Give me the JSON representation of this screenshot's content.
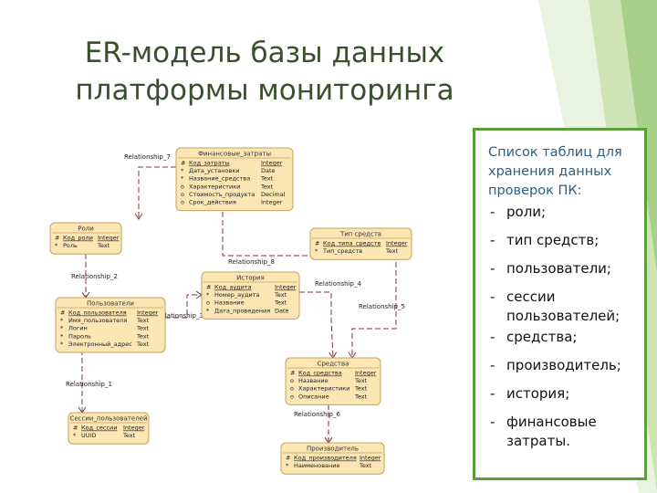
{
  "title": {
    "line1": "ER-модель базы данных",
    "line2": "платформы мониторинга"
  },
  "colors": {
    "accent_green": "#5aa03a",
    "title": "#38512c",
    "panel_text": "#2e5e80",
    "entity_fill": "#fbe6b4"
  },
  "panel": {
    "heading_lines": [
      "Список таблиц для",
      "хранения данных",
      "проверок ПК:"
    ],
    "items": [
      [
        "роли;"
      ],
      [
        "тип средств;"
      ],
      [
        "пользователи;"
      ],
      [
        "сессии",
        "пользователей;"
      ],
      [
        "средства;"
      ],
      [
        "производитель;"
      ],
      [
        "история;"
      ],
      [
        "финансовые",
        "затраты."
      ]
    ]
  },
  "diagram": {
    "entities": [
      {
        "id": "fin",
        "title": "Финансовые_затраты",
        "fields": [
          {
            "mark": "#",
            "name": "Код_затраты",
            "type": "Integer",
            "key": true
          },
          {
            "mark": "*",
            "name": "Дата_установки",
            "type": "Date"
          },
          {
            "mark": "*",
            "name": "Название_средства",
            "type": "Text"
          },
          {
            "mark": "o",
            "name": "Характеристики",
            "type": "Text"
          },
          {
            "mark": "o",
            "name": "Стоимость_продукта",
            "type": "Decimal"
          },
          {
            "mark": "o",
            "name": "Срок_действия",
            "type": "Integer"
          }
        ]
      },
      {
        "id": "roles",
        "title": "Роли",
        "fields": [
          {
            "mark": "#",
            "name": "Код_роли",
            "type": "Integer",
            "key": true
          },
          {
            "mark": "*",
            "name": "Роль",
            "type": "Text"
          }
        ]
      },
      {
        "id": "type",
        "title": "Тип средств",
        "fields": [
          {
            "mark": "#",
            "name": "Код_типа_средств",
            "type": "Integer",
            "key": true
          },
          {
            "mark": "*",
            "name": "Тип_средств",
            "type": "Text"
          }
        ]
      },
      {
        "id": "hist",
        "title": "История",
        "fields": [
          {
            "mark": "#",
            "name": "Код_аудита",
            "type": "Integer",
            "key": true
          },
          {
            "mark": "*",
            "name": "Номер_аудита",
            "type": "Text"
          },
          {
            "mark": "o",
            "name": "Название",
            "type": "Text"
          },
          {
            "mark": "*",
            "name": "Дата_проведения",
            "type": "Date"
          }
        ]
      },
      {
        "id": "users",
        "title": "Пользователи",
        "fields": [
          {
            "mark": "#",
            "name": "Код_пользователя",
            "type": "Integer",
            "key": true
          },
          {
            "mark": "*",
            "name": "Имя_пользователя",
            "type": "Text"
          },
          {
            "mark": "*",
            "name": "Логин",
            "type": "Text"
          },
          {
            "mark": "*",
            "name": "Пароль",
            "type": "Text"
          },
          {
            "mark": "*",
            "name": "Электронный_адрес",
            "type": "Text"
          }
        ]
      },
      {
        "id": "assets",
        "title": "Средства",
        "fields": [
          {
            "mark": "#",
            "name": "Код_средства",
            "type": "Integer",
            "key": true
          },
          {
            "mark": "o",
            "name": "Название",
            "type": "Text"
          },
          {
            "mark": "o",
            "name": "Характеристики",
            "type": "Text"
          },
          {
            "mark": "o",
            "name": "Описание",
            "type": "Text"
          }
        ]
      },
      {
        "id": "sess",
        "title": "Сессии_пользователей",
        "fields": [
          {
            "mark": "#",
            "name": "Код_сессии",
            "type": "Integer",
            "key": true
          },
          {
            "mark": "*",
            "name": "UUID",
            "type": "Text"
          }
        ]
      },
      {
        "id": "maker",
        "title": "Производитель",
        "fields": [
          {
            "mark": "#",
            "name": "Код_производителя",
            "type": "Integer",
            "key": true
          },
          {
            "mark": "*",
            "name": "Наименование",
            "type": "Text"
          }
        ]
      }
    ],
    "relationships": [
      {
        "id": "r7",
        "label": "Relationship_7"
      },
      {
        "id": "r2",
        "label": "Relationship_2"
      },
      {
        "id": "r8",
        "label": "Relationship_8"
      },
      {
        "id": "r4",
        "label": "Relationship_4"
      },
      {
        "id": "r5",
        "label": "Relationship_5"
      },
      {
        "id": "r3",
        "label": "Relationship_3"
      },
      {
        "id": "r1",
        "label": "Relationship_1"
      },
      {
        "id": "r6",
        "label": "Relationship_6"
      }
    ]
  }
}
